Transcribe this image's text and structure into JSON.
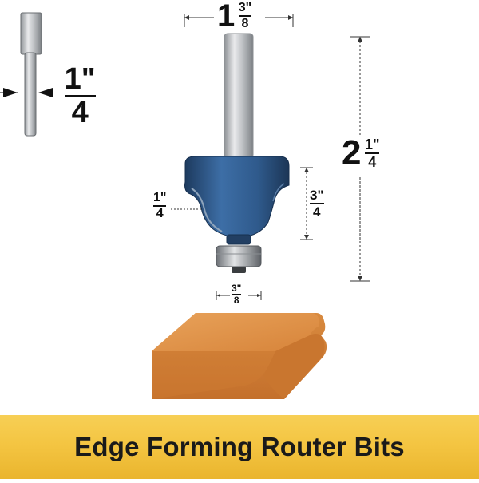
{
  "banner": {
    "title": "Edge Forming Router Bits"
  },
  "dimensions": {
    "shank": {
      "whole": "",
      "numerator": "1\"",
      "denominator": "4"
    },
    "cutting_diameter": {
      "whole": "1",
      "numerator": "3\"",
      "denominator": "8"
    },
    "overall_length": {
      "whole": "2",
      "numerator": "1\"",
      "denominator": "4"
    },
    "cutting_length": {
      "whole": "",
      "numerator": "3\"",
      "denominator": "4"
    },
    "radius": {
      "whole": "",
      "numerator": "1\"",
      "denominator": "4"
    },
    "bearing": {
      "whole": "",
      "numerator": "3\"",
      "denominator": "8"
    }
  },
  "colors": {
    "bit_blue": "#2f5a8c",
    "bit_blue_dark": "#1f3f66",
    "shank_gray": "#b9bcc0",
    "wood": "#d9893e",
    "banner": "#f4c542"
  }
}
